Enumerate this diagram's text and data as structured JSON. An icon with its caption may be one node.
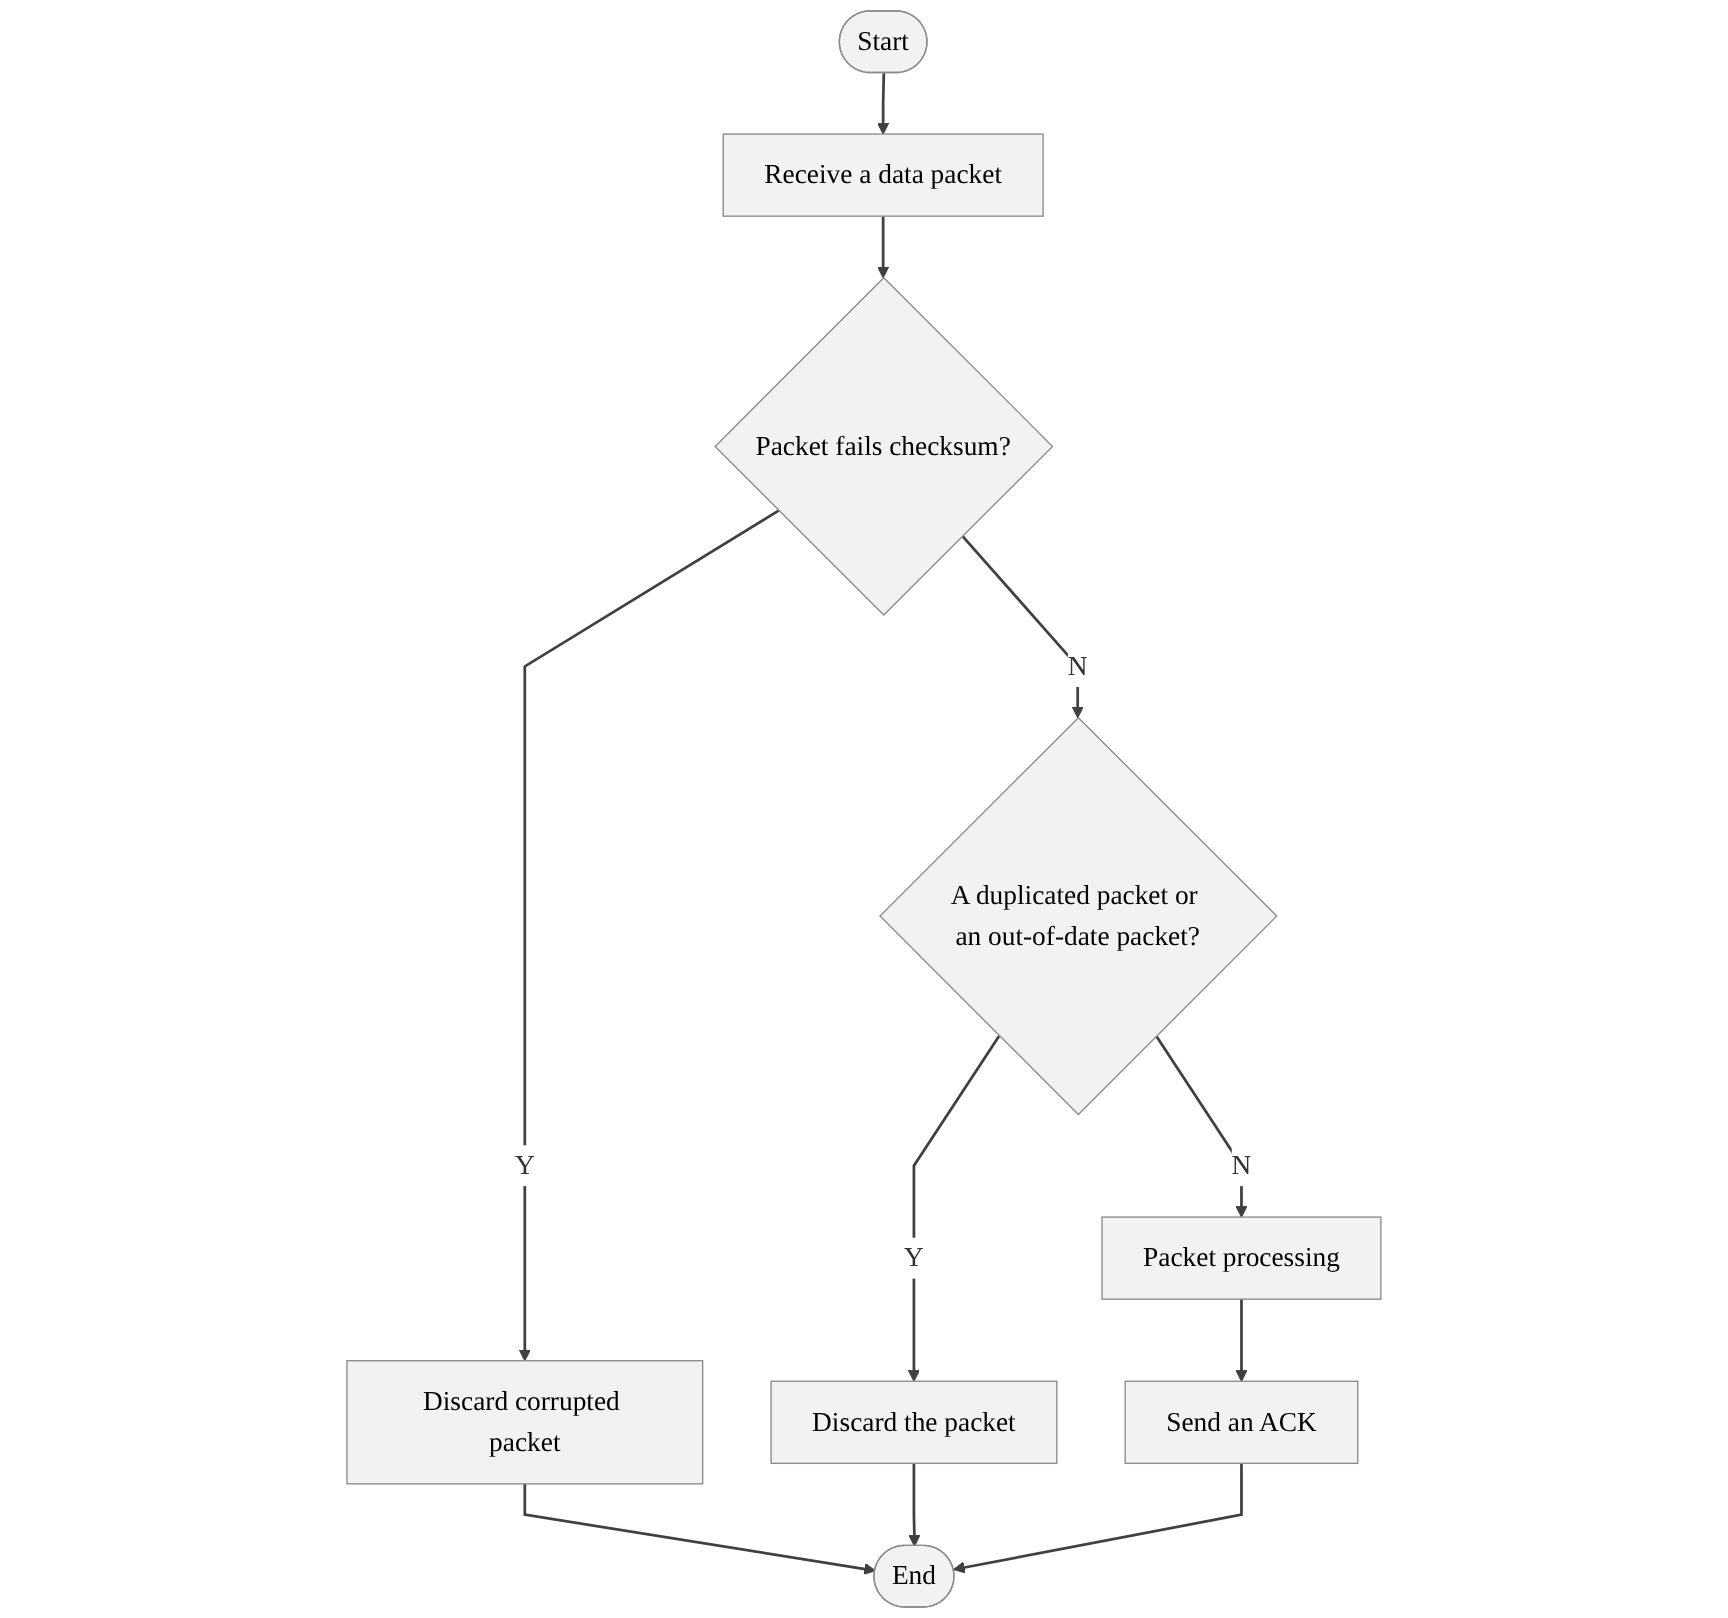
{
  "diagram": {
    "nodes": [
      {
        "text": [
          "Start"
        ]
      },
      {
        "text": [
          "Receive a data packet"
        ]
      },
      {
        "text": [
          "Packet fails checksum?"
        ]
      },
      {
        "text": [
          "Discard corrupted packet"
        ]
      },
      {
        "text": [
          "A duplicated packet or an out-of-date packet?"
        ]
      },
      {
        "text": [
          "Packet processing"
        ]
      },
      {
        "text": [
          "Discard the packet"
        ]
      },
      {
        "text": [
          "Send an ACK"
        ]
      },
      {
        "text": [
          "End"
        ]
      }
    ],
    "edges": [
      {
        "from": 0,
        "to": 1,
        "arrow": "to"
      },
      {
        "from": 1,
        "to": 2,
        "arrow": "to"
      },
      {
        "from": 2,
        "to": 3,
        "arrow": "to",
        "label": "Y"
      },
      {
        "from": 2,
        "to": 4,
        "arrow": "to",
        "label": "N"
      },
      {
        "from": 4,
        "to": 5,
        "arrow": "to",
        "label": "N"
      },
      {
        "from": 4,
        "to": 6,
        "arrow": "to",
        "label": "Y"
      },
      {
        "from": 5,
        "to": 7,
        "arrow": "to"
      },
      {
        "from": 3,
        "to": 8,
        "arrow": "to"
      },
      {
        "from": 6,
        "to": 8,
        "arrow": "to"
      },
      {
        "from": 7,
        "to": 8,
        "arrow": "to"
      }
    ]
  }
}
